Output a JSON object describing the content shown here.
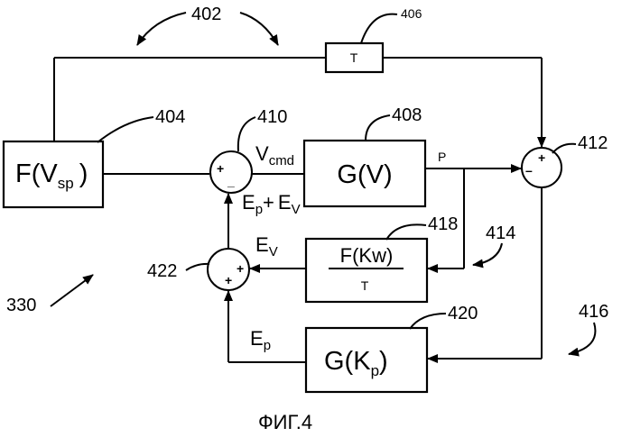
{
  "figure": {
    "caption": "ФИГ.4",
    "reference_330": "330",
    "reference_402": "402"
  },
  "blocks": {
    "fvsp": {
      "ref": "404",
      "label_main": "F(V",
      "label_sub": "sp",
      "label_end": ")"
    },
    "gv": {
      "ref": "408",
      "label": "G(V)"
    },
    "fkw": {
      "ref": "418",
      "numerator": "F(Kw)",
      "denominator": "T"
    },
    "gkp": {
      "ref": "420",
      "label_main": "G(K",
      "label_sub": "p",
      "label_end": ")"
    },
    "delay": {
      "ref": "406",
      "label": "T"
    }
  },
  "junctions": {
    "j410": {
      "ref": "410",
      "sign_in": "+",
      "sign_bottom": "_"
    },
    "j412": {
      "ref": "412",
      "sign_top": "+",
      "sign_in": "–"
    },
    "j422": {
      "ref": "422",
      "sign_right": "+",
      "sign_bottom": "+"
    }
  },
  "signals": {
    "vcmd": {
      "main": "V",
      "sub": "cmd"
    },
    "p": "P",
    "ep_ev": {
      "e1": "E",
      "s1": "p",
      "plus": "+",
      "e2": "E",
      "s2": "V"
    },
    "ev": {
      "main": "E",
      "sub": "V"
    },
    "ep": {
      "main": "E",
      "sub": "p"
    },
    "ref_414": "414",
    "ref_416": "416"
  }
}
